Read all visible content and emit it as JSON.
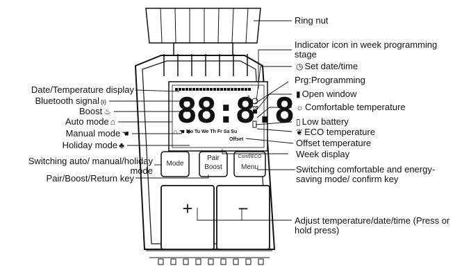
{
  "device": {
    "buttons": {
      "mode": "Mode",
      "pair_line1": "Pair",
      "pair_line2": "Boost",
      "menu_top": "Comf/ECO",
      "menu": "Menu",
      "plus": "+",
      "minus": "−"
    },
    "display": {
      "digits": "88:8.8",
      "days": "Mo Tu We Th Fr Sa Su",
      "offset": "Offset",
      "prg": "Prg",
      "degree": "°"
    }
  },
  "labels": {
    "ring_nut": "Ring nut",
    "indicator_icon": "Indicator icon in week programming stage",
    "set_date_time": "Set date/time",
    "prg_programming": "Prg:Programming",
    "open_window": "Open window",
    "comfortable_temperature": "Comfortable temperature",
    "low_battery": "Low battery",
    "eco_temperature": "ECO temperature",
    "offset_temperature": "Offset temperature",
    "week_display": "Week display",
    "switching_comfortable": "Switching comfortable and energy-saving mode/ confirm key",
    "adjust": "Adjust temperature/date/time (Press or hold press)",
    "date_temp_display": "Date/Temperature display",
    "bluetooth_signal": "Bluetooth signal",
    "boost": "Boost",
    "auto_mode": "Auto mode",
    "manual_mode": "Manual mode",
    "holiday_mode": "Holiday mode",
    "switching_auto": "Switching auto/ manual/holiday mode",
    "pair_boost_return": "Pair/Boost/Return key"
  },
  "icons": {
    "clock": "clock-icon",
    "open_window": "open-window-icon",
    "comfort": "sun-icon",
    "battery": "battery-icon",
    "eco": "leaf-icon",
    "bluetooth": "bluetooth-signal-icon",
    "boost": "flame-icon",
    "auto": "house-icon",
    "manual": "hand-icon",
    "holiday": "palm-icon"
  }
}
